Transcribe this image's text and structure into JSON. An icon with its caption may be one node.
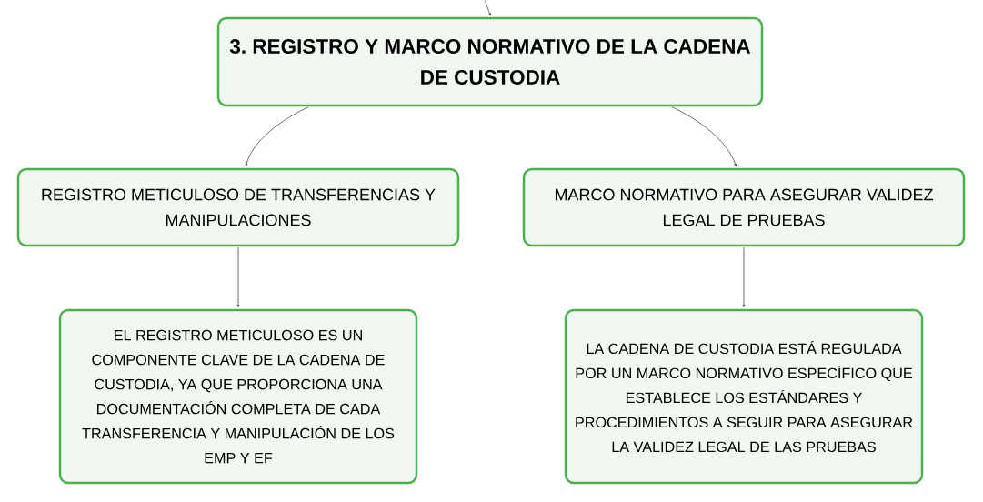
{
  "diagram": {
    "nodes": [
      {
        "text": [
          "3. REGISTRO Y MARCO NORMATIVO DE LA CADENA DE CUSTODIA"
        ]
      },
      {
        "text": [
          "REGISTRO METICULOSO DE TRANSFERENCIAS Y MANIPULACIONES"
        ]
      },
      {
        "text": [
          "MARCO NORMATIVO PARA ASEGURAR VALIDEZ LEGAL DE PRUEBAS"
        ]
      },
      {
        "text": [
          "EL REGISTRO METICULOSO ES UN COMPONENTE CLAVE DE LA CADENA DE CUSTODIA, YA QUE PROPORCIONA UNA DOCUMENTACIÓN COMPLETA DE CADA TRANSFERENCIA Y MANIPULACIÓN DE LOS EMP Y EF"
        ]
      },
      {
        "text": [
          "LA CADENA DE CUSTODIA ESTÁ REGULADA POR UN MARCO NORMATIVO ESPECÍFICO QUE ESTABLECE LOS ESTÁNDARES Y PROCEDIMIENTOS A SEGUIR PARA ASEGURAR LA VALIDEZ LEGAL DE LAS PRUEBAS"
        ]
      }
    ],
    "edges": [
      {
        "from": null,
        "to": 0,
        "arrow": "to"
      },
      {
        "from": 0,
        "to": 1,
        "arrow": "to"
      },
      {
        "from": 0,
        "to": 2,
        "arrow": "to"
      },
      {
        "from": 1,
        "to": 3,
        "arrow": "to"
      },
      {
        "from": 2,
        "to": 4,
        "arrow": "to"
      }
    ]
  }
}
